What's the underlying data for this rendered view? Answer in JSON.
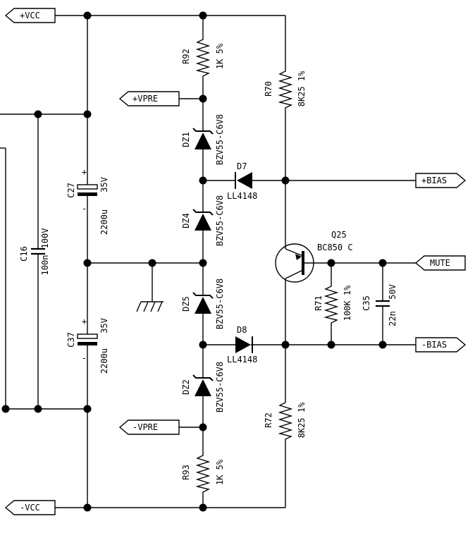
{
  "nets": {
    "vcc_pos": "+VCC",
    "vcc_neg": "-VCC",
    "vpre_pos": "+VPRE",
    "vpre_neg": "-VPRE",
    "bias_pos": "+BIAS",
    "bias_neg": "-BIAS",
    "mute": "MUTE"
  },
  "components": {
    "r92": {
      "ref": "R92",
      "value": "1K 5%"
    },
    "r93": {
      "ref": "R93",
      "value": "1K 5%"
    },
    "r70": {
      "ref": "R70",
      "value": "8K25 1%"
    },
    "r72": {
      "ref": "R72",
      "value": "8K25 1%"
    },
    "r71": {
      "ref": "R71",
      "value": "100K 1%"
    },
    "c16": {
      "ref": "C16",
      "value": "100n",
      "voltage": "100V"
    },
    "c27": {
      "ref": "C27",
      "value": "2200u",
      "voltage": "35V"
    },
    "c37": {
      "ref": "C37",
      "value": "2200u",
      "voltage": "35V"
    },
    "c35": {
      "ref": "C35",
      "value": "22n",
      "voltage": "50V"
    },
    "dz1": {
      "ref": "DZ1",
      "value": "BZV55-C6V8"
    },
    "dz4": {
      "ref": "DZ4",
      "value": "BZV55-C6V8"
    },
    "dz5": {
      "ref": "DZ5",
      "value": "BZV55-C6V8"
    },
    "dz2": {
      "ref": "DZ2",
      "value": "BZV55-C6V8"
    },
    "d7": {
      "ref": "D7",
      "value": "LL4148"
    },
    "d8": {
      "ref": "D8",
      "value": "LL4148"
    },
    "q25": {
      "ref": "Q25",
      "value": "BC850 C"
    }
  },
  "polarity": {
    "plus": "+",
    "minus": "-"
  }
}
